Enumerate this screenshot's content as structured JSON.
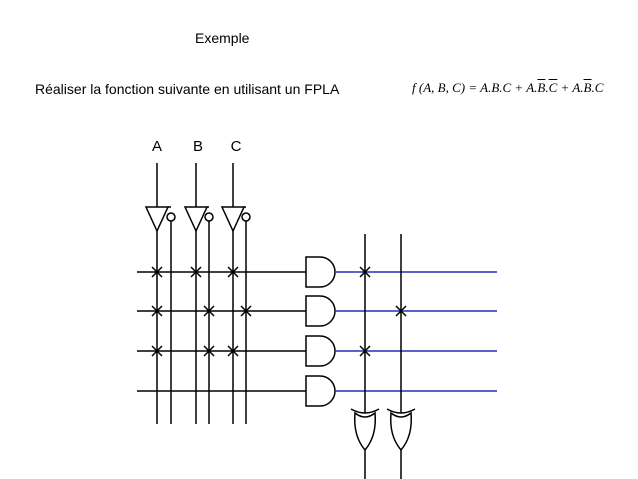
{
  "header": {
    "title": "Exemple"
  },
  "task": {
    "prompt": "Réaliser la  fonction suivante en utilisant un FPLA"
  },
  "formula": {
    "lhs": "f (A, B, C) = ",
    "term1": "A.B.C + ",
    "term2_a": "A.",
    "term2_b": "B",
    "term2_dot": ".",
    "term2_c": "C",
    "term2_plus": " + ",
    "term3_a": "A.",
    "term3_b": "B",
    "term3_c": ".C"
  },
  "inputs": [
    "A",
    "B",
    "C"
  ],
  "colors": {
    "output_lines": "#2b2bb8",
    "wires": "#000000"
  },
  "and_crosspoints": [
    [
      true,
      false,
      true,
      false,
      true,
      false
    ],
    [
      true,
      false,
      false,
      true,
      false,
      true
    ],
    [
      true,
      false,
      false,
      true,
      true,
      false
    ],
    [
      false,
      false,
      false,
      false,
      false,
      false
    ]
  ],
  "or_crosspoints": [
    [
      true,
      false
    ],
    [
      false,
      true
    ],
    [
      true,
      false
    ],
    [
      false,
      false
    ]
  ]
}
